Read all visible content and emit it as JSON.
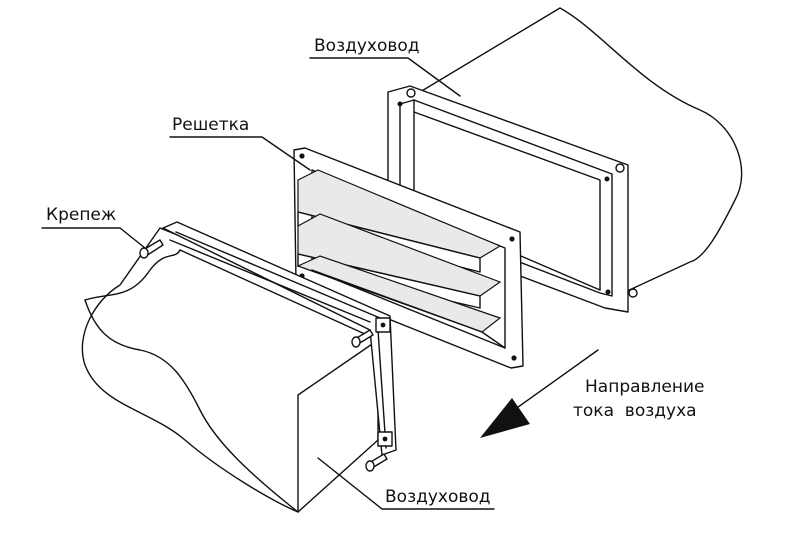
{
  "labels": {
    "duct_top": "Воздуховод",
    "grille": "Решетка",
    "fastener": "Крепеж",
    "duct_bottom": "Воздуховод",
    "airflow_line1": "Направление",
    "airflow_line2": "тока  воздуха"
  },
  "colors": {
    "stroke": "#111111",
    "background": "#ffffff"
  },
  "icons": {
    "airflow": "arrow-down-left-icon"
  }
}
